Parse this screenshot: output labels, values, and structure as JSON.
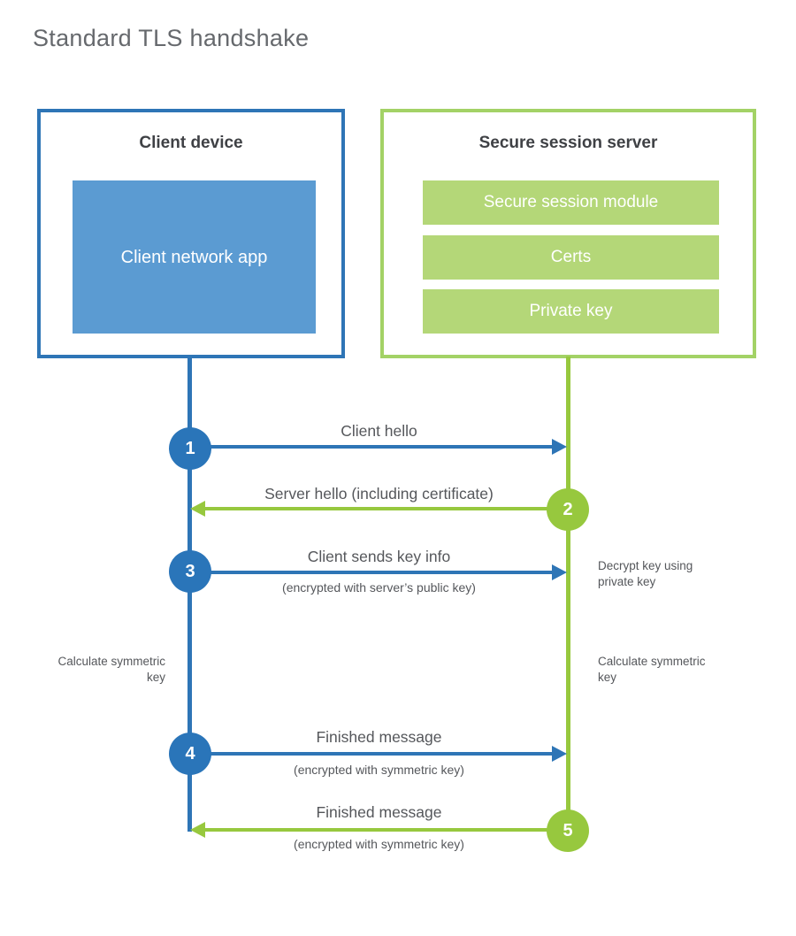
{
  "page": {
    "title": "Standard TLS handshake"
  },
  "colors": {
    "client_blue_border": "#2e75b6",
    "client_app_fill": "#5b9bd2",
    "client_circle_blue": "#2a75b9",
    "server_green_border": "#a3d266",
    "server_bar_fill": "#b4d778",
    "server_accent_green": "#97c83e",
    "text_dark": "#3f4145",
    "text_gray": "#55575b"
  },
  "client": {
    "title": "Client device",
    "app_label": "Client network app"
  },
  "server": {
    "title": "Secure session server",
    "modules": [
      "Secure session module",
      "Certs",
      "Private key"
    ]
  },
  "steps": [
    {
      "num": "1",
      "label": "Client hello",
      "sublabel": "",
      "direction": "right",
      "color": "blue"
    },
    {
      "num": "2",
      "label": "Server hello (including certificate)",
      "sublabel": "",
      "direction": "left",
      "color": "green"
    },
    {
      "num": "3",
      "label": "Client sends key info",
      "sublabel": "(encrypted with server’s public key)",
      "direction": "right",
      "color": "blue"
    },
    {
      "num": "4",
      "label": "Finished message",
      "sublabel": "(encrypted with symmetric key)",
      "direction": "right",
      "color": "blue"
    },
    {
      "num": "5",
      "label": "Finished message",
      "sublabel": "(encrypted with symmetric key)",
      "direction": "left",
      "color": "green"
    }
  ],
  "annotations": {
    "decrypt_note": "Decrypt key using private key",
    "calc_left": "Calculate symmetric key",
    "calc_right": "Calculate symmetric key"
  }
}
